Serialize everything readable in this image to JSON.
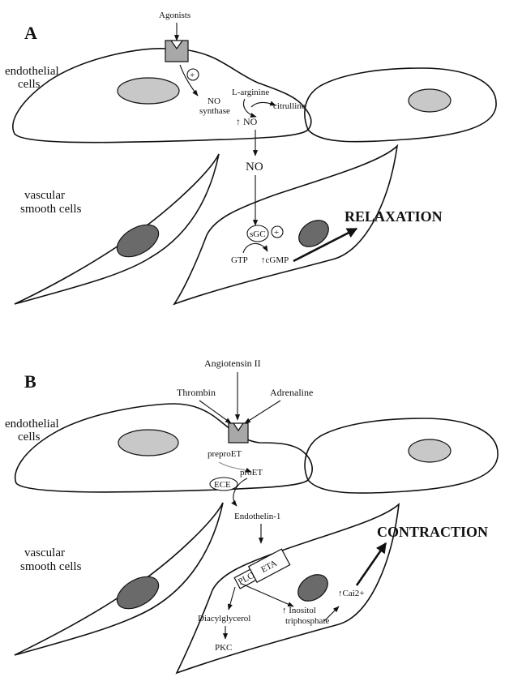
{
  "panel_a": {
    "letter": "A",
    "agonists": "Agonists",
    "endothelial": [
      "endothelial",
      "cells"
    ],
    "vascular": [
      "vascular",
      "smooth cells"
    ],
    "plus": "+",
    "no_synthase": [
      "NO",
      "synthase"
    ],
    "l_arginine": "L-arginine",
    "citrulline": "citrulline",
    "no_up": "↑ NO",
    "no": "NO",
    "sgc": "sGC",
    "gtp": "GTP",
    "cgmp": "↑cGMP",
    "outcome": "RELAXATION"
  },
  "panel_b": {
    "letter": "B",
    "angiotensin": "Angiotensin II",
    "thrombin": "Thrombin",
    "adrenaline": "Adrenaline",
    "endothelial": [
      "endothelial",
      "cells"
    ],
    "vascular": [
      "vascular",
      "smooth cells"
    ],
    "prepro_et": "preproET",
    "pro_et": "proET",
    "ece": "ECE",
    "endothelin": "Endothelin-1",
    "eta": "ETA",
    "plc": "PLC",
    "diacylglycerol": "Diacylglycerol",
    "pkc": "PKC",
    "inositol": [
      "↑ Inositol",
      "triphosphate"
    ],
    "cai": "↑Cai2+",
    "outcome": "CONTRACTION"
  },
  "colors": {
    "nucleus_light": "#c8c8c8",
    "nucleus_dark": "#6a6a6a",
    "receptor": "#a8a8a8"
  }
}
